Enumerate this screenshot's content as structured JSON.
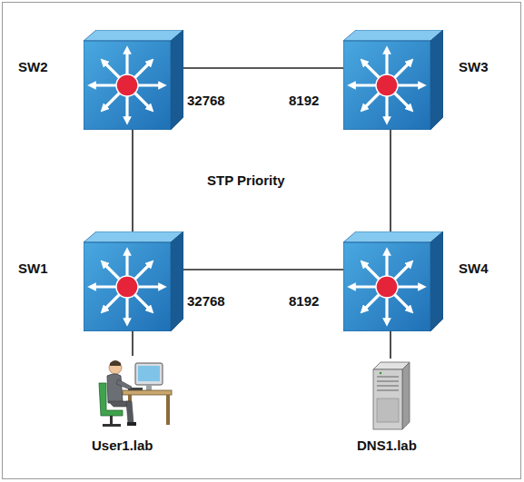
{
  "diagram": {
    "nodes": [
      {
        "text": [
          "SW2"
        ]
      },
      {
        "text": [
          "SW3"
        ]
      },
      {
        "text": [
          "SW1"
        ]
      },
      {
        "text": [
          "SW4"
        ]
      },
      {
        "text": [
          "User1.lab"
        ]
      },
      {
        "text": [
          "DNS1.lab"
        ]
      }
    ],
    "edges": [
      {
        "from": 0,
        "to": 1,
        "arrow": "none"
      },
      {
        "from": 0,
        "to": 2,
        "arrow": "none"
      },
      {
        "from": 1,
        "to": 3,
        "arrow": "none"
      },
      {
        "from": 2,
        "to": 3,
        "arrow": "none"
      },
      {
        "from": 2,
        "to": 4,
        "arrow": "none"
      },
      {
        "from": 3,
        "to": 5,
        "arrow": "none"
      }
    ],
    "labels": [
      "32768",
      "8192",
      "STP Priority",
      "32768",
      "8192"
    ]
  }
}
